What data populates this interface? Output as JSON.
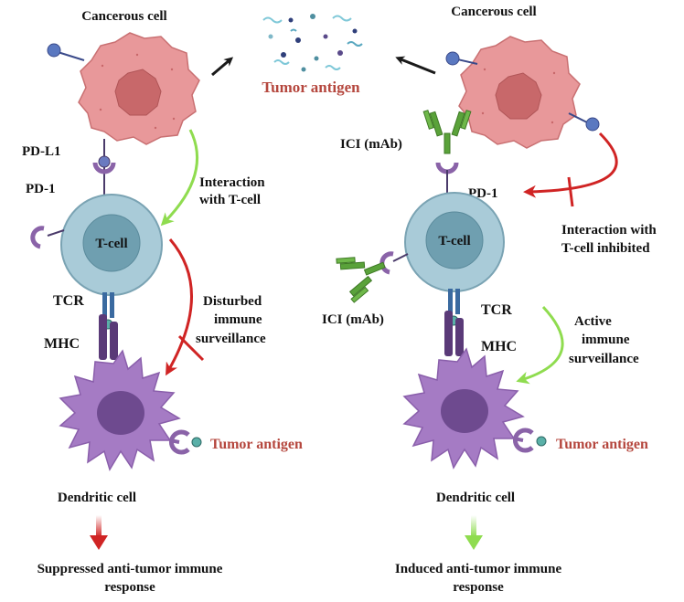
{
  "colors": {
    "cancer_fill": "#e8989a",
    "cancer_nucleus": "#c8686a",
    "tcell_fill": "#a9cbd8",
    "tcell_nucleus": "#6f9fb0",
    "dendritic_fill": "#a57bc4",
    "dendritic_nucleus": "#6e4a8f",
    "antibody_green": "#5aa23a",
    "receptor_purple": "#8a63a8",
    "arrow_green": "#8fdc4f",
    "arrow_red": "#d02424",
    "antigen_label": "#b5473e"
  },
  "left": {
    "cancer_label": "Cancerous cell",
    "pdl1_label": "PD-L1",
    "pd1_label": "PD-1",
    "tcell_label": "T-cell",
    "interaction_label": [
      "Interaction",
      "with T-cell"
    ],
    "tcr_label": "TCR",
    "mhc_label": "MHC",
    "disturbed_label": [
      "Disturbed",
      "immune",
      "surveillance"
    ],
    "tumor_antigen_label": "Tumor antigen",
    "dendritic_label": "Dendritic cell",
    "outcome_label": [
      "Suppressed anti-tumor immune",
      "response"
    ]
  },
  "center": {
    "tumor_antigen_label": "Tumor antigen"
  },
  "right": {
    "cancer_label": "Cancerous cell",
    "ici_top_label": "ICI (mAb)",
    "pd1_label": "PD-1",
    "inhibited_label": [
      "Interaction with",
      "T-cell inhibited"
    ],
    "tcell_label": "T-cell",
    "ici_side_label": "ICI (mAb)",
    "tcr_label": "TCR",
    "mhc_label": "MHC",
    "active_label": [
      "Active",
      "immune",
      "surveillance"
    ],
    "tumor_antigen_label": "Tumor antigen",
    "dendritic_label": "Dendritic cell",
    "outcome_label": [
      "Induced anti-tumor immune",
      "response"
    ]
  }
}
